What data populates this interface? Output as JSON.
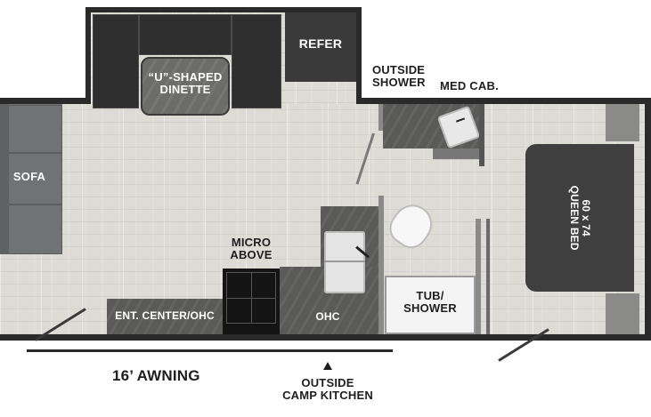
{
  "labels": {
    "refer": "REFER",
    "dinette": "“U”-SHAPED\nDINETTE",
    "outside_shower": "OUTSIDE\nSHOWER",
    "med_cab": "MED CAB.",
    "sofa": "SOFA",
    "queen_bed": "60 x 74\nQUEEN BED",
    "micro_above": "MICRO\nABOVE",
    "ent_center": "ENT. CENTER/OHC",
    "ohc": "OHC",
    "tub_shower": "TUB/\nSHOWER",
    "awning": "16’ AWNING",
    "camp_kitchen": "OUTSIDE\nCAMP KITCHEN"
  },
  "colors": {
    "wall": "#2a2a2a",
    "floor": "#dcdbd6",
    "counter": "#5a5a58",
    "bed": "#3f3f3f",
    "cushion": "#707274"
  },
  "icons": {
    "camp_kitchen_marker": "triangle-up"
  }
}
